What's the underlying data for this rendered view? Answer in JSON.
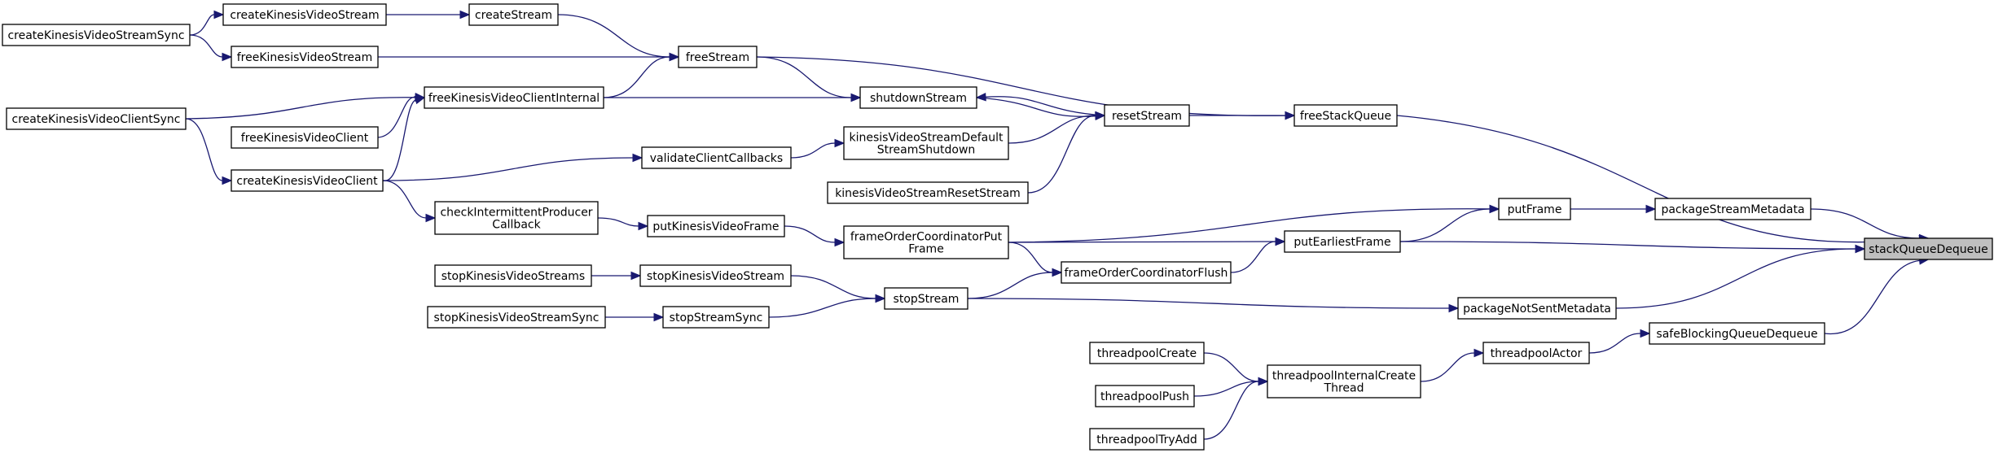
{
  "diagram": {
    "kind": "call graph",
    "edge_color": "#191970",
    "node_border_color": "#000000",
    "highlight_fill": "#bfbfbf",
    "nodes": [
      {
        "id": "stackQueueDequeue",
        "lines": [
          "stackQueueDequeue"
        ],
        "highlight": true
      },
      {
        "id": "freeStackQueue",
        "lines": [
          "freeStackQueue"
        ]
      },
      {
        "id": "packageStreamMetadata",
        "lines": [
          "packageStreamMetadata"
        ]
      },
      {
        "id": "putEarliestFrame",
        "lines": [
          "putEarliestFrame"
        ]
      },
      {
        "id": "packageNotSentMetadata",
        "lines": [
          "packageNotSentMetadata"
        ]
      },
      {
        "id": "safeBlockingQueueDequeue",
        "lines": [
          "safeBlockingQueueDequeue"
        ]
      },
      {
        "id": "putFrame",
        "lines": [
          "putFrame"
        ]
      },
      {
        "id": "threadpoolActor",
        "lines": [
          "threadpoolActor"
        ]
      },
      {
        "id": "resetStream",
        "lines": [
          "resetStream"
        ]
      },
      {
        "id": "frameOrderCoordinatorFlush",
        "lines": [
          "frameOrderCoordinatorFlush"
        ]
      },
      {
        "id": "threadpoolInternalCreateThread",
        "lines": [
          "threadpoolInternalCreate",
          "Thread"
        ]
      },
      {
        "id": "shutdownStream",
        "lines": [
          "shutdownStream"
        ]
      },
      {
        "id": "kinesisVideoStreamDefaultStreamShutdown",
        "lines": [
          "kinesisVideoStreamDefault",
          "StreamShutdown"
        ]
      },
      {
        "id": "kinesisVideoStreamResetStream",
        "lines": [
          "kinesisVideoStreamResetStream"
        ]
      },
      {
        "id": "frameOrderCoordinatorPutFrame",
        "lines": [
          "frameOrderCoordinatorPut",
          "Frame"
        ]
      },
      {
        "id": "stopStream",
        "lines": [
          "stopStream"
        ]
      },
      {
        "id": "threadpoolCreate",
        "lines": [
          "threadpoolCreate"
        ]
      },
      {
        "id": "threadpoolPush",
        "lines": [
          "threadpoolPush"
        ]
      },
      {
        "id": "threadpoolTryAdd",
        "lines": [
          "threadpoolTryAdd"
        ]
      },
      {
        "id": "freeStream",
        "lines": [
          "freeStream"
        ]
      },
      {
        "id": "validateClientCallbacks",
        "lines": [
          "validateClientCallbacks"
        ]
      },
      {
        "id": "putKinesisVideoFrame",
        "lines": [
          "putKinesisVideoFrame"
        ]
      },
      {
        "id": "stopKinesisVideoStream",
        "lines": [
          "stopKinesisVideoStream"
        ]
      },
      {
        "id": "stopStreamSync",
        "lines": [
          "stopStreamSync"
        ]
      },
      {
        "id": "createStream",
        "lines": [
          "createStream"
        ]
      },
      {
        "id": "freeKinesisVideoClientInternal",
        "lines": [
          "freeKinesisVideoClientInternal"
        ]
      },
      {
        "id": "checkIntermittentProducerCallback",
        "lines": [
          "checkIntermittentProducer",
          "Callback"
        ]
      },
      {
        "id": "stopKinesisVideoStreams",
        "lines": [
          "stopKinesisVideoStreams"
        ]
      },
      {
        "id": "stopKinesisVideoStreamSync",
        "lines": [
          "stopKinesisVideoStreamSync"
        ]
      },
      {
        "id": "createKinesisVideoStream",
        "lines": [
          "createKinesisVideoStream"
        ]
      },
      {
        "id": "freeKinesisVideoStream",
        "lines": [
          "freeKinesisVideoStream"
        ]
      },
      {
        "id": "freeKinesisVideoClient",
        "lines": [
          "freeKinesisVideoClient"
        ]
      },
      {
        "id": "createKinesisVideoClient",
        "lines": [
          "createKinesisVideoClient"
        ]
      },
      {
        "id": "createKinesisVideoStreamSync",
        "lines": [
          "createKinesisVideoStreamSync"
        ]
      },
      {
        "id": "createKinesisVideoClientSync",
        "lines": [
          "createKinesisVideoClientSync"
        ]
      }
    ],
    "edges": [
      {
        "from": "freeStackQueue",
        "to": "stackQueueDequeue"
      },
      {
        "from": "packageStreamMetadata",
        "to": "stackQueueDequeue"
      },
      {
        "from": "putEarliestFrame",
        "to": "stackQueueDequeue"
      },
      {
        "from": "packageNotSentMetadata",
        "to": "stackQueueDequeue"
      },
      {
        "from": "safeBlockingQueueDequeue",
        "to": "stackQueueDequeue"
      },
      {
        "from": "resetStream",
        "to": "freeStackQueue"
      },
      {
        "from": "freeStream",
        "to": "freeStackQueue"
      },
      {
        "from": "putFrame",
        "to": "packageStreamMetadata"
      },
      {
        "from": "putEarliestFrame",
        "to": "putFrame"
      },
      {
        "from": "frameOrderCoordinatorPutFrame",
        "to": "putFrame"
      },
      {
        "from": "putKinesisVideoFrame",
        "to": "frameOrderCoordinatorPutFrame"
      },
      {
        "from": "frameOrderCoordinatorPutFrame",
        "to": "putEarliestFrame"
      },
      {
        "from": "frameOrderCoordinatorPutFrame",
        "to": "frameOrderCoordinatorFlush"
      },
      {
        "from": "frameOrderCoordinatorFlush",
        "to": "putEarliestFrame"
      },
      {
        "from": "stopStream",
        "to": "frameOrderCoordinatorFlush"
      },
      {
        "from": "stopStream",
        "to": "packageNotSentMetadata"
      },
      {
        "from": "threadpoolActor",
        "to": "safeBlockingQueueDequeue"
      },
      {
        "from": "threadpoolInternalCreateThread",
        "to": "threadpoolActor"
      },
      {
        "from": "threadpoolCreate",
        "to": "threadpoolInternalCreateThread"
      },
      {
        "from": "threadpoolPush",
        "to": "threadpoolInternalCreateThread"
      },
      {
        "from": "threadpoolTryAdd",
        "to": "threadpoolInternalCreateThread"
      },
      {
        "from": "kinesisVideoStreamDefaultStreamShutdown",
        "to": "resetStream"
      },
      {
        "from": "kinesisVideoStreamResetStream",
        "to": "resetStream"
      },
      {
        "from": "shutdownStream",
        "to": "resetStream"
      },
      {
        "from": "resetStream",
        "to": "shutdownStream"
      },
      {
        "from": "freeStream",
        "to": "shutdownStream"
      },
      {
        "from": "freeKinesisVideoClientInternal",
        "to": "shutdownStream"
      },
      {
        "from": "validateClientCallbacks",
        "to": "kinesisVideoStreamDefaultStreamShutdown"
      },
      {
        "from": "createKinesisVideoClient",
        "to": "validateClientCallbacks"
      },
      {
        "from": "createStream",
        "to": "freeStream"
      },
      {
        "from": "freeKinesisVideoStream",
        "to": "freeStream"
      },
      {
        "from": "freeKinesisVideoClientInternal",
        "to": "freeStream"
      },
      {
        "from": "createKinesisVideoStream",
        "to": "createStream"
      },
      {
        "from": "createKinesisVideoStreamSync",
        "to": "createKinesisVideoStream"
      },
      {
        "from": "createKinesisVideoStreamSync",
        "to": "freeKinesisVideoStream"
      },
      {
        "from": "createKinesisVideoClientSync",
        "to": "freeKinesisVideoClientInternal"
      },
      {
        "from": "freeKinesisVideoClient",
        "to": "freeKinesisVideoClientInternal"
      },
      {
        "from": "createKinesisVideoClient",
        "to": "freeKinesisVideoClientInternal"
      },
      {
        "from": "createKinesisVideoClientSync",
        "to": "createKinesisVideoClient"
      },
      {
        "from": "createKinesisVideoClient",
        "to": "checkIntermittentProducerCallback"
      },
      {
        "from": "checkIntermittentProducerCallback",
        "to": "putKinesisVideoFrame"
      },
      {
        "from": "stopKinesisVideoStreams",
        "to": "stopKinesisVideoStream"
      },
      {
        "from": "stopKinesisVideoStream",
        "to": "stopStream"
      },
      {
        "from": "stopKinesisVideoStreamSync",
        "to": "stopStreamSync"
      },
      {
        "from": "stopStreamSync",
        "to": "stopStream"
      }
    ]
  }
}
